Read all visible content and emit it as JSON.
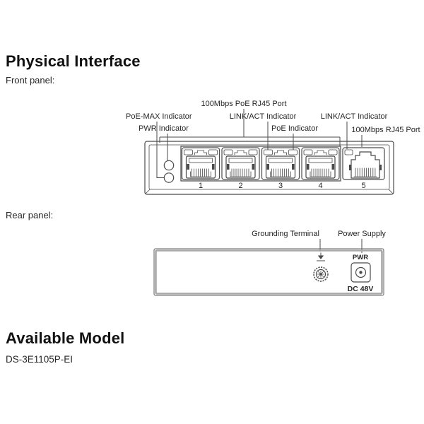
{
  "colors": {
    "line": "#4a4a4a",
    "text": "#262626",
    "heading": "#111111",
    "panel_gray": "#a8a8a8"
  },
  "headings": {
    "physical_interface": "Physical Interface",
    "available_model": "Available Model"
  },
  "sections": {
    "front_panel": "Front panel:",
    "rear_panel": "Rear panel:"
  },
  "front_panel": {
    "labels": {
      "poe_port": "100Mbps PoE RJ45 Port",
      "poe_max": "PoE-MAX Indicator",
      "link_act_left": "LINK/ACT Indicator",
      "pwr": "PWR Indicator",
      "poe": "PoE Indicator",
      "link_act_right": "LINK/ACT Indicator",
      "uplink_port": "100Mbps RJ45 Port"
    },
    "port_numbers": [
      "1",
      "2",
      "3",
      "4",
      "5"
    ]
  },
  "rear_panel": {
    "labels": {
      "grounding": "Grounding Terminal",
      "power_supply": "Power Supply",
      "pwr": "PWR",
      "voltage": "DC 48V"
    }
  },
  "model": "DS-3E1105P-EI"
}
